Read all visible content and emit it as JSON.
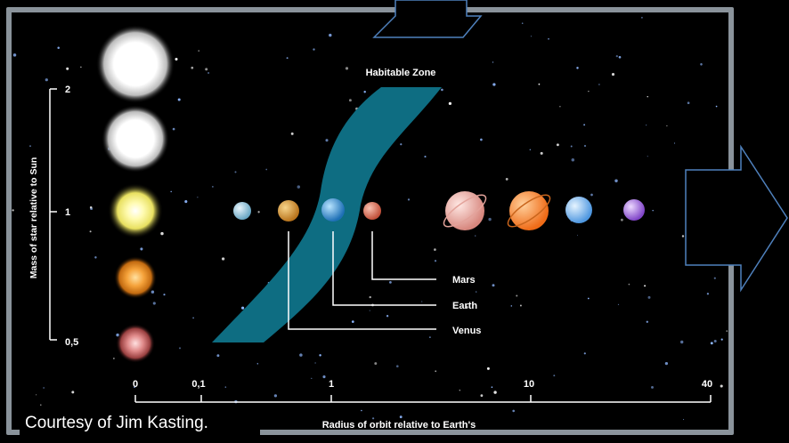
{
  "diagram": {
    "zone_label": "Habitable Zone",
    "y_axis_label": "Mass of star relative to Sun",
    "x_axis_label": "Radius of orbit relative to Earth's",
    "y_ticks": [
      "2",
      "1",
      "0,5"
    ],
    "x_ticks": [
      "0",
      "0,1",
      "1",
      "10",
      "40"
    ],
    "planet_callouts": [
      "Mars",
      "Earth",
      "Venus"
    ]
  },
  "credit": "Courtesy of Jim Kasting.",
  "colors": {
    "frame": "#8a939b",
    "habitable_zone": "#0e6d82",
    "arrow_fill": "#000000",
    "arrow_stroke": "#4f81bd"
  },
  "icons": [
    "up-arrow-icon",
    "right-arrow-icon"
  ]
}
